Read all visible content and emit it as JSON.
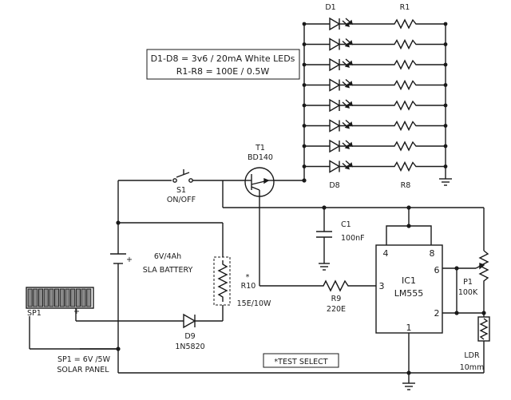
{
  "notes": {
    "leds_spec": "D1-D8 = 3v6 / 20mA White LEDs",
    "resistors_spec": "R1-R8 = 100E / 0.5W",
    "test_select": "*TEST SELECT",
    "solar_spec_line1": "SP1 = 6V /5W",
    "solar_spec_line2": "SOLAR PANEL"
  },
  "components": {
    "d1": "D1",
    "d8": "D8",
    "r1": "R1",
    "r8": "R8",
    "t1_name": "T1",
    "t1_part": "BD140",
    "s1_name": "S1",
    "s1_value": "ON/OFF",
    "c1_name": "C1",
    "c1_value": "100nF",
    "ic1_name": "IC1",
    "ic1_part": "LM555",
    "ic_pin4": "4",
    "ic_pin8": "8",
    "ic_pin6": "6",
    "ic_pin2": "2",
    "ic_pin3": "3",
    "ic_pin1": "1",
    "p1_name": "P1",
    "p1_value": "100K",
    "ldr_name": "LDR",
    "ldr_value": "10mm",
    "r9_name": "R9",
    "r9_value": "220E",
    "r10_star": "*",
    "r10_name": "R10",
    "r10_value": "15E/10W",
    "d9_name": "D9",
    "d9_part": "1N5820",
    "battery_value": "6V/4Ah",
    "battery_type": "SLA BATTERY",
    "battery_plus": "+",
    "sp1_name": "SP1",
    "sp1_plus": "+"
  }
}
